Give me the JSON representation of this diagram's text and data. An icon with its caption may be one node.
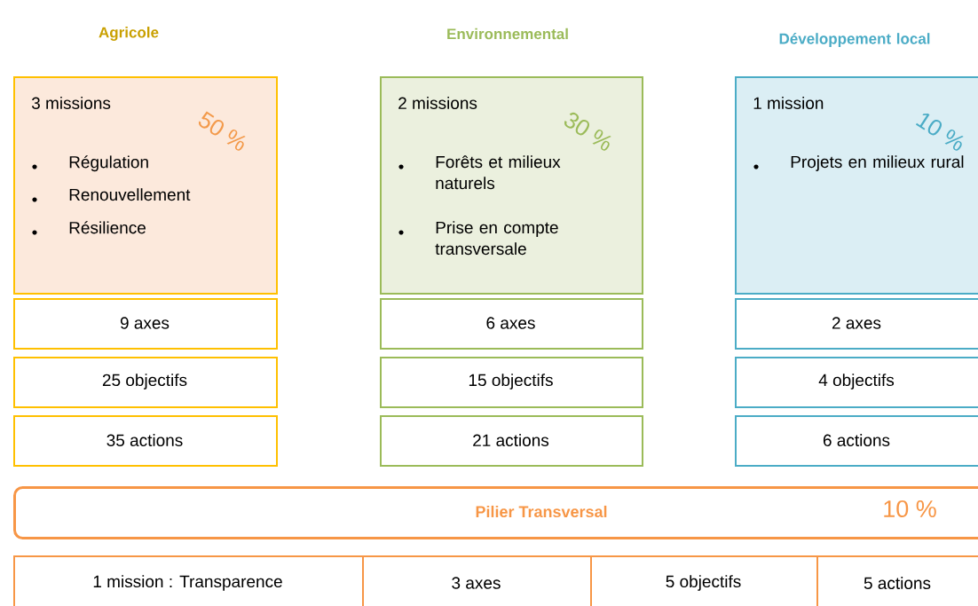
{
  "diagram": {
    "nodes": [
      {
        "text": [
          "Agricole",
          "3 missions",
          "Régulation",
          "Renouvellement",
          "Résilience",
          "50 %"
        ]
      },
      {
        "text": [
          "Environnemental",
          "2 missions",
          "Forêts et milieux naturels",
          "Prise en compte transversale",
          "30 %"
        ]
      },
      {
        "text": [
          "Développement local",
          "1 mission",
          "Projets en milieux rural",
          "10 %"
        ]
      },
      {
        "text": [
          "9 axes"
        ]
      },
      {
        "text": [
          "6 axes"
        ]
      },
      {
        "text": [
          "2 axes"
        ]
      },
      {
        "text": [
          "25 objectifs"
        ]
      },
      {
        "text": [
          "15 objectifs"
        ]
      },
      {
        "text": [
          "4 objectifs"
        ]
      },
      {
        "text": [
          "35 actions"
        ]
      },
      {
        "text": [
          "21 actions"
        ]
      },
      {
        "text": [
          "6 actions"
        ]
      },
      {
        "text": [
          "Pilier Transversal",
          "10 %"
        ]
      },
      {
        "text": [
          "1 mission : Transparence"
        ]
      },
      {
        "text": [
          "3 axes"
        ]
      },
      {
        "text": [
          "5 objectifs"
        ]
      },
      {
        "text": [
          "5 actions"
        ]
      }
    ],
    "edges": []
  }
}
